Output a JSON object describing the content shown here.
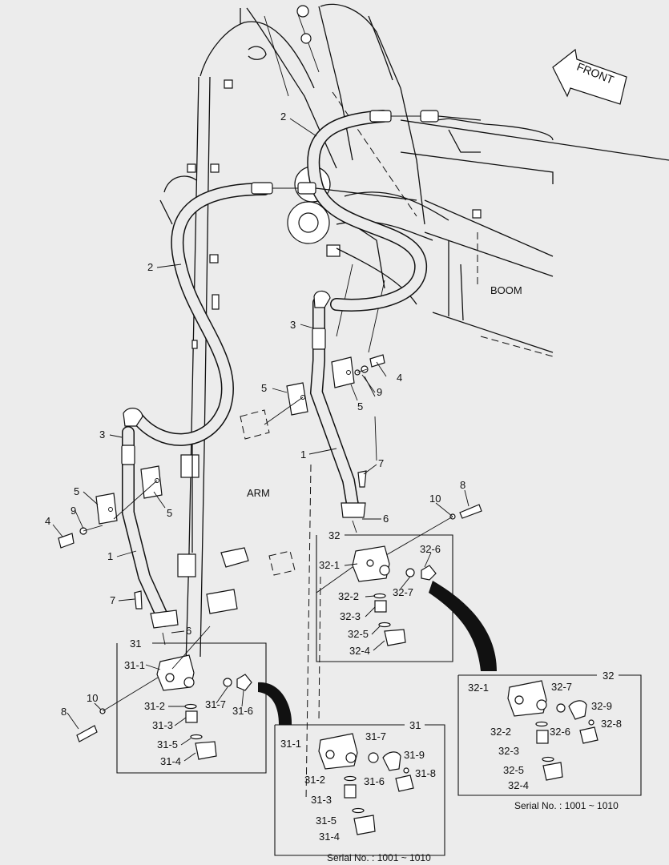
{
  "arrow": {
    "label": "FRONT"
  },
  "areas": {
    "boom": "BOOM",
    "arm": "ARM"
  },
  "callouts": {
    "c2a": "2",
    "c2b": "2",
    "c3a": "3",
    "c3b": "3",
    "c4a": "4",
    "c4b": "4",
    "c5a": "5",
    "c5b": "5",
    "c5c": "5",
    "c5d": "5",
    "c9a": "9",
    "c9b": "9",
    "c1a": "1",
    "c1b": "1",
    "c7a": "7",
    "c7b": "7",
    "c6a": "6",
    "c6b": "6",
    "c8a": "8",
    "c8b": "8",
    "c10a": "10",
    "c10b": "10",
    "g32": "32",
    "c32_1": "32-1",
    "c32_6": "32-6",
    "c32_7": "32-7",
    "c32_2": "32-2",
    "c32_3": "32-3",
    "c32_5": "32-5",
    "c32_4": "32-4",
    "g31": "31",
    "c31_1": "31-1",
    "c31_7": "31-7",
    "c31_6": "31-6",
    "c31_2": "31-2",
    "c31_3": "31-3",
    "c31_5": "31-5",
    "c31_4": "31-4",
    "d31": "31",
    "d31_1": "31-1",
    "d31_7": "31-7",
    "d31_9": "31-9",
    "d31_2": "31-2",
    "d31_6": "31-6",
    "d31_8": "31-8",
    "d31_3": "31-3",
    "d31_5": "31-5",
    "d31_4": "31-4",
    "d32": "32",
    "d32_1": "32-1",
    "d32_7": "32-7",
    "d32_9": "32-9",
    "d32_2": "32-2",
    "d32_6": "32-6",
    "d32_8": "32-8",
    "d32_3": "32-3",
    "d32_5": "32-5",
    "d32_4": "32-4"
  },
  "serials": {
    "detail_31": "Serial No. : 1001 ~ 1010",
    "detail_32": "Serial No. : 1001 ~ 1010"
  }
}
